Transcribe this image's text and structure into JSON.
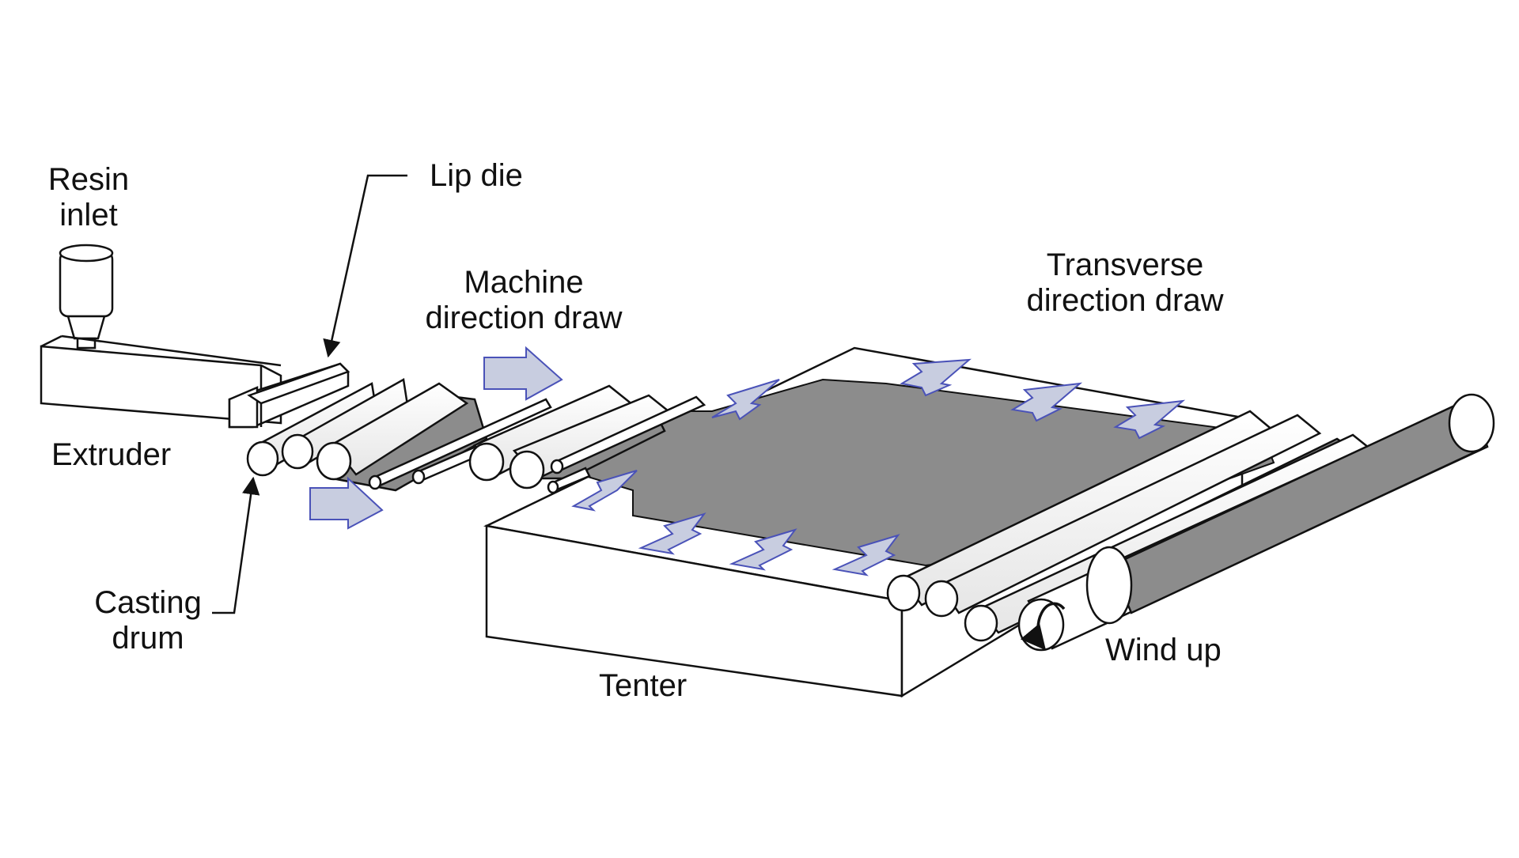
{
  "labels": {
    "resin_inlet": [
      "Resin",
      "inlet"
    ],
    "lip_die": "Lip die",
    "extruder": "Extruder",
    "casting_drum": [
      "Casting",
      "drum"
    ],
    "machine_direction_draw": [
      "Machine",
      "direction draw"
    ],
    "transverse_direction_draw": [
      "Transverse",
      "direction draw"
    ],
    "tenter": "Tenter",
    "wind_up": "Wind up"
  },
  "colors": {
    "film": "#8c8c8c",
    "arrow_fill": "#c8cde0",
    "arrow_stroke": "#4a52b8",
    "outline": "#111111",
    "background": "#ffffff"
  },
  "icons": {
    "arrows": "block-arrow-icon",
    "rotation": "rotation-arrow-icon"
  }
}
